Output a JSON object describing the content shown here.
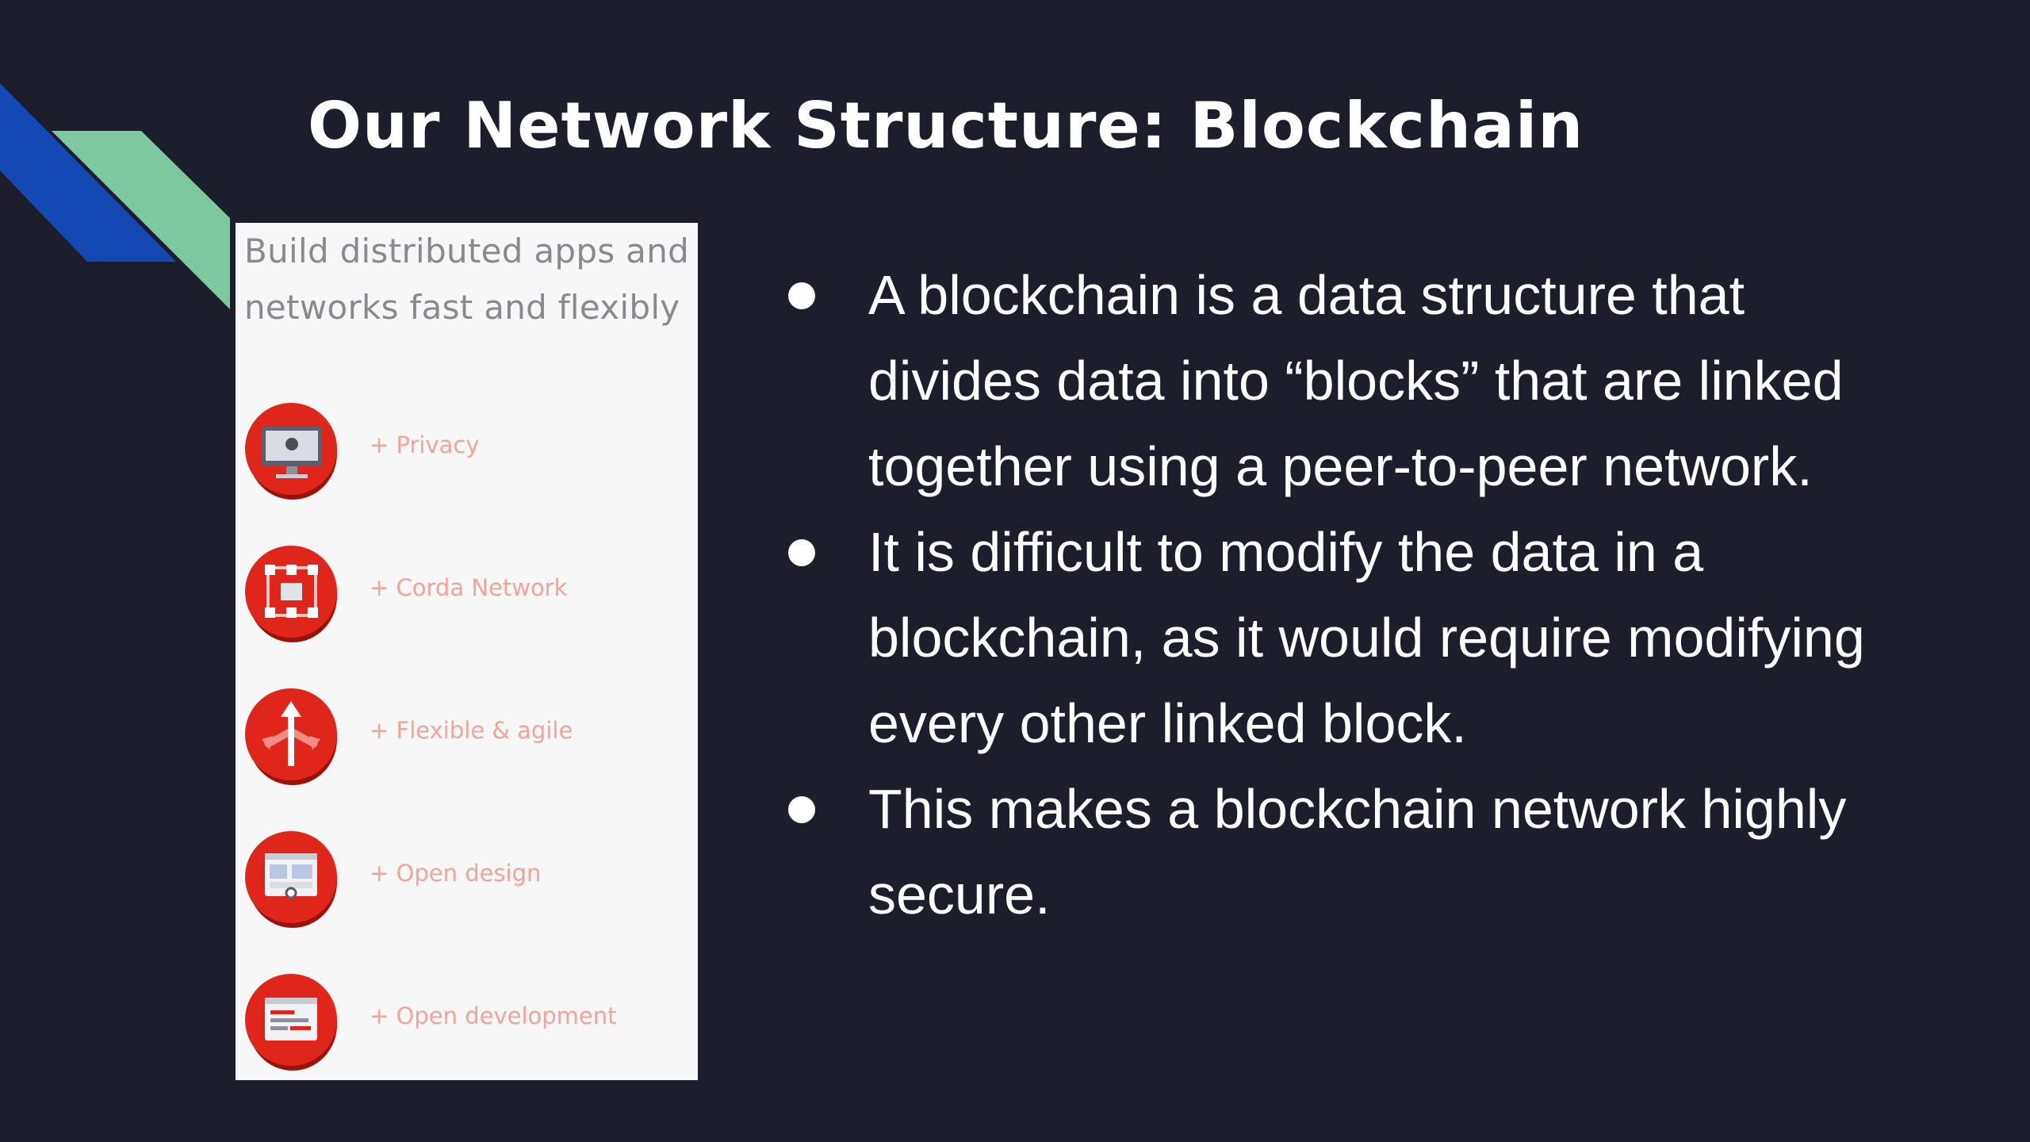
{
  "slide": {
    "title": "Our Network Structure: Blockchain",
    "colors": {
      "background": "#1c1f2b",
      "deco_blue": "#1448b5",
      "deco_green": "#7ec8a0",
      "icon_red": "#e0261b",
      "label_pink": "#f2a39a"
    }
  },
  "panel": {
    "heading_line1": "Build distributed apps and",
    "heading_line2": "networks fast and flexibly",
    "features": [
      {
        "label": "+ Privacy",
        "icon": "monitor-icon"
      },
      {
        "label": "+ Corda Network",
        "icon": "network-nodes-icon"
      },
      {
        "label": "+ Flexible & agile",
        "icon": "split-arrows-icon"
      },
      {
        "label": "+ Open design",
        "icon": "browser-window-icon"
      },
      {
        "label": "+ Open development",
        "icon": "code-window-icon"
      }
    ]
  },
  "bullets": [
    "A blockchain is a data structure that divides data into “blocks” that are linked together using a peer-to-peer network.",
    "It is difficult to modify the data in a blockchain, as it would require modifying every other linked block.",
    "This makes a blockchain network highly secure."
  ]
}
